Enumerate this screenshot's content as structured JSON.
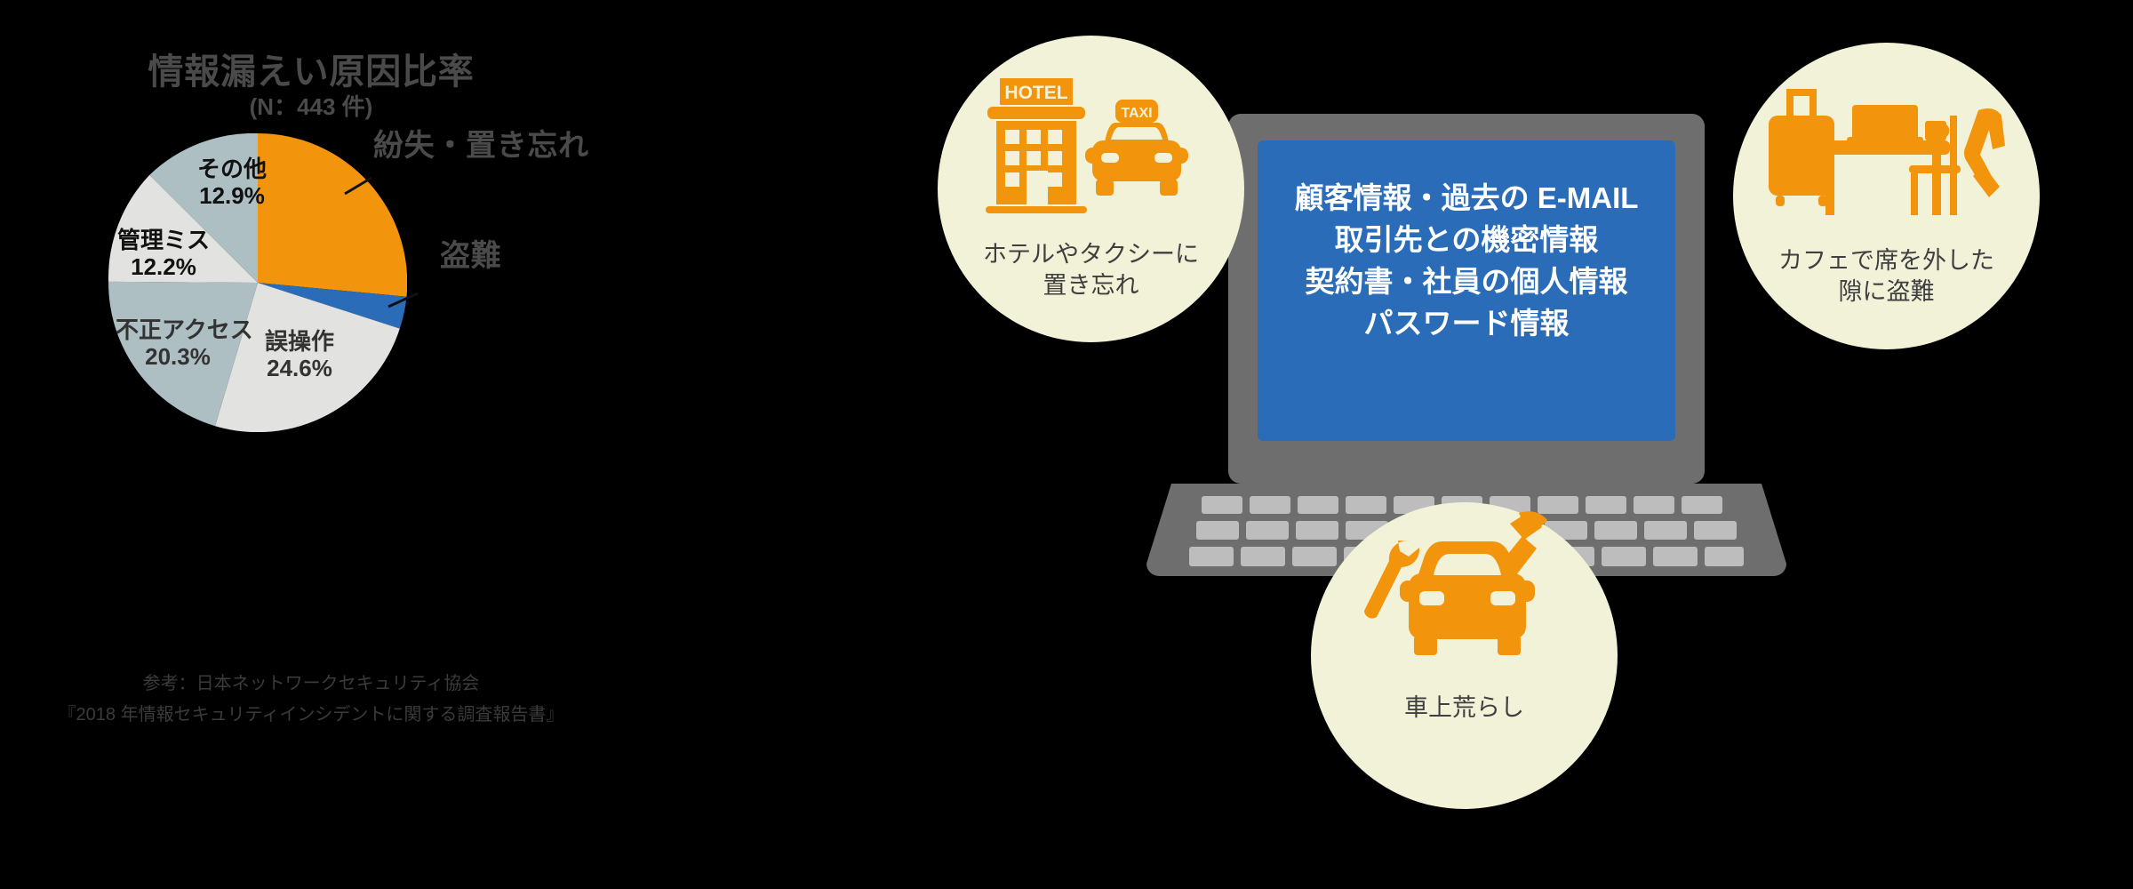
{
  "chart_data": {
    "type": "pie",
    "title": "情報漏えい原因比率",
    "subtitle": "(N：443 件)",
    "categories": [
      "紛失・置き忘れ",
      "盗難",
      "誤操作",
      "不正アクセス",
      "管理ミス",
      "その他"
    ],
    "values": [
      26.2,
      3.8,
      24.6,
      20.3,
      12.2,
      12.9
    ],
    "labels": [
      "",
      "",
      "24.6%",
      "20.3%",
      "12.2%",
      "12.9%"
    ],
    "colors": [
      "#f2950d",
      "#2b6cb8",
      "#e2e2e0",
      "#aebfc3",
      "#e2e2e0",
      "#aebfc3"
    ],
    "legend": "outside-labels",
    "xlabel": "",
    "ylabel": "",
    "source_line1": "参考：日本ネットワークセキュリティ協会",
    "source_line2": "『2018 年情報セキュリティインシデントに関する調査報告書』"
  },
  "pie": {
    "title": "情報漏えい原因比率",
    "subtitle": "(N：443 件)",
    "inside_labels": [
      {
        "name": "その他",
        "value": "12.9%"
      },
      {
        "name": "管理ミス",
        "value": "12.2%"
      },
      {
        "name": "不正アクセス",
        "value": "20.3%"
      },
      {
        "name": "誤操作",
        "value": "24.6%"
      }
    ],
    "outside_labels": [
      {
        "name": "紛失・置き忘れ"
      },
      {
        "name": "盗難"
      }
    ],
    "footnote": {
      "line1": "参考：日本ネットワークセキュリティ協会",
      "line2": "『2018 年情報セキュリティインシデントに関する調査報告書』"
    }
  },
  "scene": {
    "laptop_screen": {
      "line1": "顧客情報・過去の E-MAIL",
      "line2": "取引先との機密情報",
      "line3": "契約書・社員の個人情報",
      "line4": "パスワード情報"
    },
    "bubbles": [
      {
        "id": "hotel-taxi",
        "caption_line1": "ホテルやタクシーに",
        "caption_line2": "置き忘れ",
        "sign_hotel": "HOTEL",
        "sign_taxi": "TAXI"
      },
      {
        "id": "cafe-theft",
        "caption_line1": "カフェで席を外した",
        "caption_line2": "隙に盗難"
      },
      {
        "id": "car-break-in",
        "caption_line1": "車上荒らし",
        "caption_line2": ""
      }
    ]
  },
  "colors": {
    "orange": "#f2950d",
    "blue": "#2b6cb8",
    "light_gray": "#e2e2e0",
    "blue_gray": "#aebfc3",
    "cream": "#f2f2d9",
    "laptop_body": "#6e6e6e",
    "text_dark": "#4a4a4a"
  }
}
